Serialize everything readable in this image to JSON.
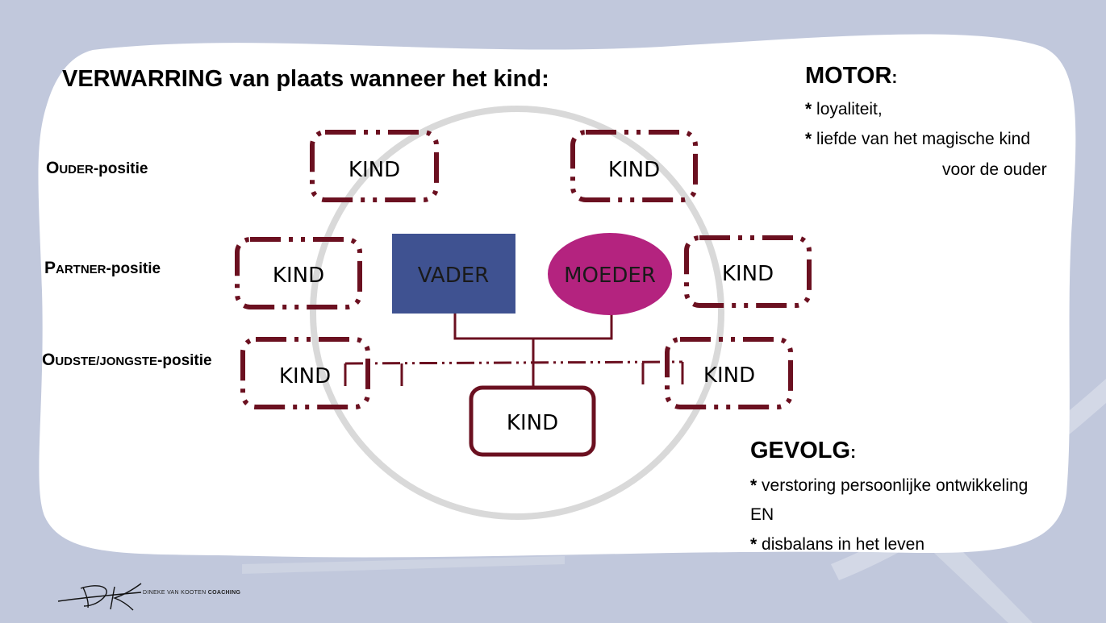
{
  "title": "VERWARRING van plaats wanneer het kind:",
  "positions": {
    "ouder": {
      "initial": "O",
      "smallcaps": "UDER",
      "suffix": "-positie"
    },
    "partner": {
      "initial": "P",
      "smallcaps": "ARTNER",
      "suffix": "-positie"
    },
    "oudste": {
      "initial": "O",
      "smallcaps": "UDSTE/JONGSTE",
      "suffix": "-positie"
    }
  },
  "diagram": {
    "kind_label": "KIND",
    "vader_label": "VADER",
    "moeder_label": "MOEDER"
  },
  "motor": {
    "heading": "MOTOR",
    "colon": ":",
    "items": [
      {
        "star": "*",
        "text": " loyaliteit,"
      },
      {
        "star": "*",
        "text": " liefde van het magische kind"
      }
    ],
    "continuation": "voor de ouder"
  },
  "gevolg": {
    "heading": "GEVOLG",
    "colon": ":",
    "line1": {
      "star": "*",
      "text": " verstoring persoonlijke ontwikkeling"
    },
    "en": "EN",
    "line2": {
      "star": "*",
      "text": " disbalans in het leven"
    }
  },
  "logo": {
    "mark": "DK",
    "name_regular": "DINEKE VAN KOOTEN ",
    "name_bold": "COACHING"
  },
  "colors": {
    "background": "#c1c8dc",
    "panel": "#ffffff",
    "kind_border": "#6b1020",
    "vader_fill": "#3f5291",
    "moeder_fill": "#b4237f",
    "circle": "#d9d9d9"
  }
}
